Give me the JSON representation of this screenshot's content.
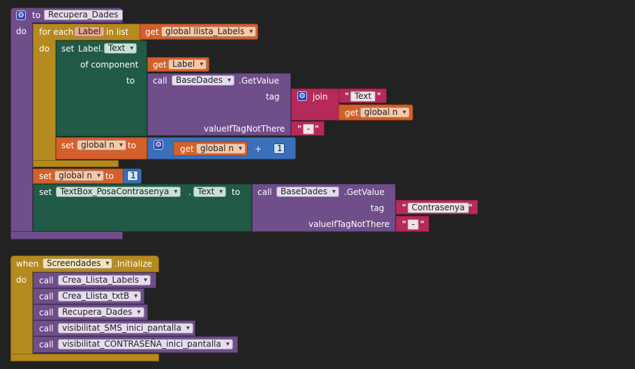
{
  "procedure": {
    "to_kw": "to",
    "name": "Recupera_Dades",
    "do_kw": "do"
  },
  "foreach": {
    "kw": "for each",
    "var": "Label",
    "inlist_kw": "in list",
    "get_kw": "get",
    "list_var": "global llista_Labels",
    "do_kw": "do"
  },
  "set_label": {
    "set_kw": "set",
    "component": "Label.",
    "property": "Text",
    "of_component_kw": "of component",
    "get_kw": "get",
    "get_var": "Label",
    "to_kw": "to",
    "call_kw": "call",
    "db_component": "BaseDades",
    "method": ".GetValue",
    "tag_kw": "tag",
    "join_kw": "join",
    "join_text": "Text",
    "join_get_kw": "get",
    "join_get_var": "global n",
    "default_kw": "valueIfTagNotThere",
    "default_value": "-"
  },
  "set_n_inc": {
    "set_kw": "set",
    "var": "global n",
    "to_kw": "to",
    "get_kw": "get",
    "get_var": "global n",
    "plus": "+",
    "addend": "1"
  },
  "set_n_reset": {
    "set_kw": "set",
    "var": "global n",
    "to_kw": "to",
    "value": "1"
  },
  "set_textbox": {
    "set_kw": "set",
    "component": "TextBox_PosaContrasenya",
    "dot": ".",
    "property": "Text",
    "to_kw": "to",
    "call_kw": "call",
    "db_component": "BaseDades",
    "method": ".GetValue",
    "tag_kw": "tag",
    "tag_value": "Contrasenya",
    "default_kw": "valueIfTagNotThere",
    "default_value": "-"
  },
  "event": {
    "when_kw": "when",
    "component": "Screendades",
    "event_name": ".Initialize",
    "do_kw": "do",
    "calls": [
      {
        "kw": "call",
        "name": "Crea_Llista_Labels"
      },
      {
        "kw": "call",
        "name": "Crea_Llista_txtB"
      },
      {
        "kw": "call",
        "name": "Recupera_Dades"
      },
      {
        "kw": "call",
        "name": "visibilitat_SMS_inici_pantalla"
      },
      {
        "kw": "call",
        "name": "visibilitat_CONTRASEÑA_inici_pantalla"
      }
    ]
  },
  "colors": {
    "procedure": "#6f4e8a",
    "control": "#b58a1e",
    "variable": "#d3602b",
    "component": "#215a45",
    "text": "#b62a5b",
    "math": "#3a6fba",
    "background": "#222222"
  },
  "icons": {
    "mutator": "gear-icon",
    "dropdown": "chevron-down-icon"
  }
}
